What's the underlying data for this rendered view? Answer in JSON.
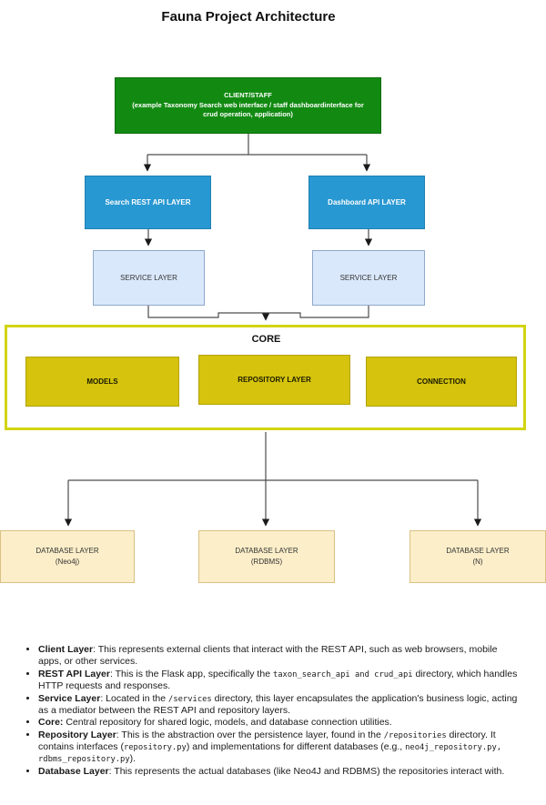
{
  "diagram": {
    "title": "Fauna Project Architecture",
    "colors": {
      "client_green": "#128a12",
      "api_blue": "#2898d2",
      "service_light_blue": "#dae8fc",
      "core_border_yellow": "#d2d411",
      "inner_yellow": "#d5c30d",
      "database_cream": "#fbeec9",
      "wire": "#4d4d4d"
    },
    "nodes": {
      "client": {
        "line1": "CLIENT/STAFF",
        "line2": "(example Taxonomy Search web interface / staff dashboardinterface for",
        "line3": "crud operation, application)"
      },
      "search_api": {
        "label": "Search REST API LAYER"
      },
      "dashboard_api": {
        "label": "Dashboard API LAYER"
      },
      "service_left": {
        "label": "SERVICE LAYER"
      },
      "service_right": {
        "label": "SERVICE LAYER"
      },
      "core": {
        "label": "CORE"
      },
      "models": {
        "label": "MODELS"
      },
      "repository": {
        "label": "REPOSITORY LAYER"
      },
      "connection": {
        "label": "CONNECTION"
      },
      "db_neo4j": {
        "line1": "DATABASE LAYER",
        "line2": "(Neo4j)"
      },
      "db_rdbms": {
        "line1": "DATABASE LAYER",
        "line2": "(RDBMS)"
      },
      "db_n": {
        "line1": "DATABASE LAYER",
        "line2": "(N)"
      }
    }
  },
  "notes": {
    "items": [
      [
        {
          "t": "Client Layer",
          "s": "bold"
        },
        {
          "t": ": This represents external clients that interact with the REST API, such as web browsers, mobile apps, or other services.",
          "s": "normal"
        }
      ],
      [
        {
          "t": "REST API Layer",
          "s": "bold"
        },
        {
          "t": ": This is the Flask app, specifically the ",
          "s": "normal"
        },
        {
          "t": "taxon_search_api and crud_api",
          "s": "mono"
        },
        {
          "t": " directory, which handles HTTP requests and responses.",
          "s": "normal"
        }
      ],
      [
        {
          "t": "Service Layer",
          "s": "bold"
        },
        {
          "t": ": Located in the ",
          "s": "normal"
        },
        {
          "t": "/services",
          "s": "mono"
        },
        {
          "t": " directory, this layer encapsulates the application's business logic, acting as a mediator between the REST API and repository layers.",
          "s": "normal"
        }
      ],
      [
        {
          "t": "Core:",
          "s": "bold"
        },
        {
          "t": " Central repository for shared logic, models, and database connection utilities.",
          "s": "normal"
        }
      ],
      [
        {
          "t": "Repository Layer",
          "s": "bold"
        },
        {
          "t": ": This is the abstraction over the persistence layer, found in the ",
          "s": "normal"
        },
        {
          "t": "/repositories",
          "s": "mono"
        },
        {
          "t": " directory. It contains interfaces (",
          "s": "normal"
        },
        {
          "t": "repository.py",
          "s": "mono"
        },
        {
          "t": ") and implementations for different databases (e.g., ",
          "s": "normal"
        },
        {
          "t": "neo4j_repository.py, rdbms_repository.py",
          "s": "mono"
        },
        {
          "t": ").",
          "s": "normal"
        }
      ],
      [
        {
          "t": "Database Layer",
          "s": "bold"
        },
        {
          "t": ": This represents the actual databases (like Neo4J and RDBMS) the repositories interact with.",
          "s": "normal"
        }
      ]
    ]
  }
}
